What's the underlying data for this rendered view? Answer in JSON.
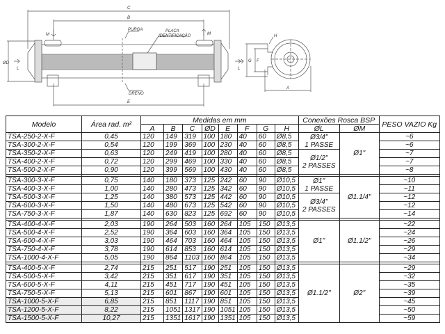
{
  "drawing": {
    "labels": {
      "c": "C",
      "b": "B",
      "e": "E",
      "m_left": "M",
      "m_right": "M",
      "purga": "PURGA",
      "placa_line1": "PLACA",
      "placa_line2": "IDENTIFICAÇÃO",
      "dreno": "DRENO",
      "d": "ØD",
      "l_left": "L",
      "l_right": "L",
      "l_side": "L",
      "h": "H",
      "g": "G",
      "f": "F",
      "a": "A"
    }
  },
  "table": {
    "headers": {
      "modelo": "Modelo",
      "area": "Área rad. m²",
      "medidas": "Medidas em mm",
      "conexoes": "Conexões Rosca BSP",
      "peso": "PESO VAZIO Kg",
      "cols": [
        "A",
        "B",
        "C",
        "ØD",
        "E",
        "F",
        "G",
        "H"
      ],
      "ol": "ØL",
      "om": "ØM"
    },
    "groups": [
      {
        "rows": [
          [
            "TSA-250-2-X-F",
            "0,45",
            "120",
            "149",
            "319",
            "100",
            "180",
            "40",
            "60",
            "Ø8,5",
            "~6"
          ],
          [
            "TSA-300-2-X-F",
            "0,54",
            "120",
            "199",
            "369",
            "100",
            "230",
            "40",
            "60",
            "Ø8,5",
            "~6"
          ],
          [
            "TSA-350-2-X-F",
            "0,63",
            "120",
            "249",
            "419",
            "100",
            "280",
            "40",
            "60",
            "Ø8,5",
            "~7"
          ],
          [
            "TSA-400-2-X-F",
            "0,72",
            "120",
            "299",
            "469",
            "100",
            "330",
            "40",
            "60",
            "Ø8,5",
            "~7"
          ],
          [
            "TSA-500-2-X-F",
            "0,90",
            "120",
            "399",
            "569",
            "100",
            "430",
            "40",
            "60",
            "Ø8,5",
            "~8"
          ]
        ],
        "ol_a": [
          "Ø3/4\"",
          "1 PASSE"
        ],
        "ol_b": [
          "Ø1/2\"",
          "2 PASSES"
        ],
        "om": "Ø1\""
      },
      {
        "rows": [
          [
            "TSA-300-3-X-F",
            "0,75",
            "140",
            "180",
            "373",
            "125",
            "242",
            "60",
            "90",
            "Ø10,5",
            "~10"
          ],
          [
            "TSA-400-3-X-F",
            "1,00",
            "140",
            "280",
            "473",
            "125",
            "342",
            "60",
            "90",
            "Ø10,5",
            "~11"
          ],
          [
            "TSA-500-3-X-F",
            "1,25",
            "140",
            "380",
            "573",
            "125",
            "442",
            "60",
            "90",
            "Ø10,5",
            "~12"
          ],
          [
            "TSA-600-3-X-F",
            "1,50",
            "140",
            "480",
            "673",
            "125",
            "542",
            "60",
            "90",
            "Ø10,5",
            "~12"
          ],
          [
            "TSA-750-3-X-F",
            "1,87",
            "140",
            "630",
            "823",
            "125",
            "692",
            "60",
            "90",
            "Ø10,5",
            "~14"
          ]
        ],
        "ol_a": [
          "Ø1\"",
          "1 PASSE"
        ],
        "ol_b": [
          "Ø3/4\"",
          "2 PASSES"
        ],
        "om": "Ø1.1/4\""
      },
      {
        "rows": [
          [
            "TSA-400-4-X-F",
            "2,03",
            "190",
            "264",
            "503",
            "160",
            "264",
            "105",
            "150",
            "Ø13,5",
            "~22"
          ],
          [
            "TSA-500-4-X-F",
            "2,52",
            "190",
            "364",
            "603",
            "160",
            "364",
            "105",
            "150",
            "Ø13,5",
            "~24"
          ],
          [
            "TSA-600-4-X-F",
            "3,03",
            "190",
            "464",
            "703",
            "160",
            "464",
            "105",
            "150",
            "Ø13,5",
            "~26"
          ],
          [
            "TSA-750-4-X-F",
            "3,78",
            "190",
            "614",
            "853",
            "160",
            "614",
            "105",
            "150",
            "Ø13,5",
            "~29"
          ],
          [
            "TSA-1000-4-X-F",
            "5,05",
            "190",
            "864",
            "1103",
            "160",
            "864",
            "105",
            "150",
            "Ø13,5",
            "~34"
          ]
        ],
        "ol": "Ø1\"",
        "om": "Ø1.1/2\""
      },
      {
        "rows": [
          [
            "TSA-400-5-X-F",
            "2,74",
            "215",
            "251",
            "517",
            "190",
            "251",
            "105",
            "150",
            "Ø13,5",
            "~29"
          ],
          [
            "TSA-500-5-X-F",
            "3,42",
            "215",
            "351",
            "617",
            "190",
            "351",
            "105",
            "150",
            "Ø13,5",
            "~32"
          ],
          [
            "TSA-600-5-X-F",
            "4,11",
            "215",
            "451",
            "717",
            "190",
            "451",
            "105",
            "150",
            "Ø13,5",
            "~35"
          ],
          [
            "TSA-750-5-X-F",
            "5,13",
            "215",
            "601",
            "867",
            "190",
            "601",
            "105",
            "150",
            "Ø13,5",
            "~39"
          ],
          [
            "TSA-1000-5-X-F",
            "6,85",
            "215",
            "851",
            "1117",
            "190",
            "851",
            "105",
            "150",
            "Ø13,5",
            "~45"
          ],
          [
            "TSA-1200-5-X-F",
            "8,22",
            "215",
            "1051",
            "1317",
            "190",
            "1051",
            "105",
            "150",
            "Ø13,5",
            "~50"
          ],
          [
            "TSA-1500-5-X-F",
            "10,27",
            "215",
            "1351",
            "1617",
            "190",
            "1351",
            "105",
            "150",
            "Ø13,5",
            "~59"
          ]
        ],
        "ol": "Ø1.1/2\"",
        "om": "Ø2\""
      }
    ]
  }
}
